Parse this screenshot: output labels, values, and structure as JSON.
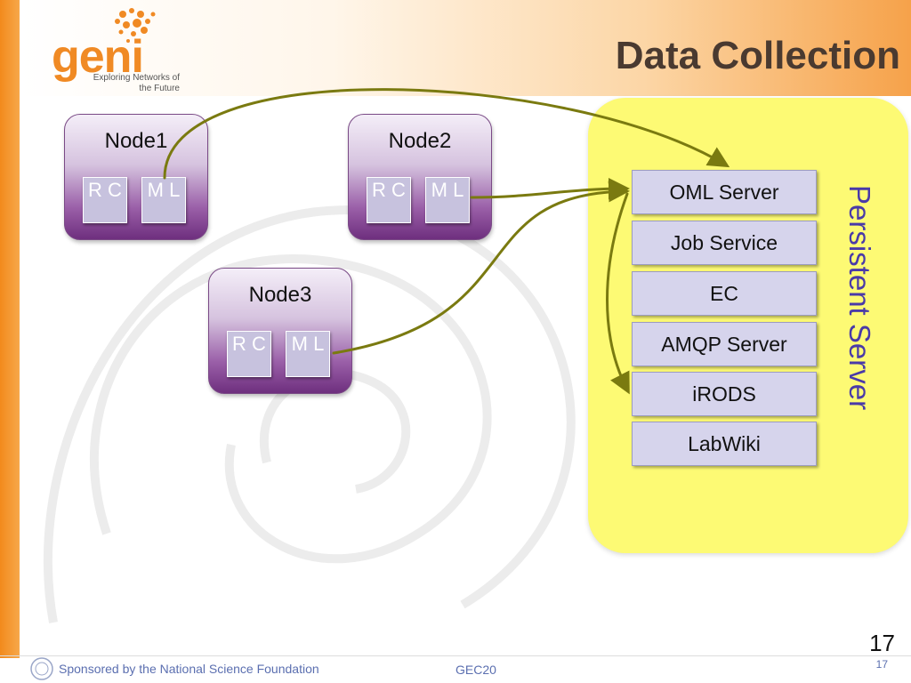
{
  "slide": {
    "title": "Data Collection",
    "number": "17",
    "footer": {
      "sponsor": "Sponsored by the National Science Foundation",
      "event": "GEC20",
      "page": "17"
    }
  },
  "logo": {
    "word": "geni",
    "tagline": "Exploring Networks of the Future"
  },
  "nodes": [
    {
      "title": "Node1",
      "rc": "R C",
      "ml": "M L"
    },
    {
      "title": "Node2",
      "rc": "R C",
      "ml": "M L"
    },
    {
      "title": "Node3",
      "rc": "R C",
      "ml": "M L"
    }
  ],
  "server": {
    "label": "Persistent Server",
    "services": [
      "OML Server",
      "Job Service",
      "EC",
      "AMQP Server",
      "iRODS",
      "LabWiki"
    ]
  },
  "colors": {
    "accent_orange": "#f28a1c",
    "server_yellow": "#fdfa74",
    "server_label_blue": "#4a3aa8",
    "connector_olive": "#7a7a10",
    "node_purple": "#6e2f7e"
  }
}
